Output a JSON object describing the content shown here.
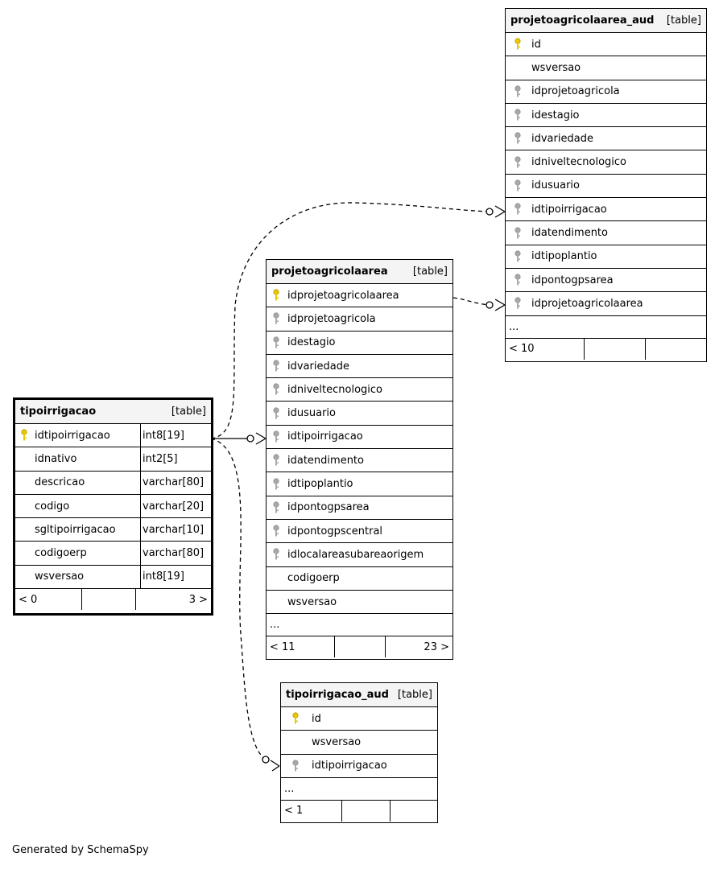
{
  "tables": {
    "tipoirrigacao": {
      "name": "tipoirrigacao",
      "type": "[table]",
      "columns": [
        {
          "name": "idtipoirrigacao",
          "type": "int8[19]"
        },
        {
          "name": "idnativo",
          "type": "int2[5]"
        },
        {
          "name": "descricao",
          "type": "varchar[80]"
        },
        {
          "name": "codigo",
          "type": "varchar[20]"
        },
        {
          "name": "sgltipoirrigacao",
          "type": "varchar[10]"
        },
        {
          "name": "codigoerp",
          "type": "varchar[80]"
        },
        {
          "name": "wsversao",
          "type": "int8[19]"
        }
      ],
      "parents": "< 0",
      "children": "3 >"
    },
    "projetoagricolaarea": {
      "name": "projetoagricolaarea",
      "type": "[table]",
      "columns": [
        "idprojetoagricolaarea",
        "idprojetoagricola",
        "idestagio",
        "idvariedade",
        "idniveltecnologico",
        "idusuario",
        "idtipoirrigacao",
        "idatendimento",
        "idtipoplantio",
        "idpontogpsarea",
        "idpontogpscentral",
        "idlocalareasubareaorigem",
        "codigoerp",
        "wsversao"
      ],
      "more": "...",
      "parents": "< 11",
      "children": "23 >"
    },
    "projetoagricolaarea_aud": {
      "name": "projetoagricolaarea_aud",
      "type": "[table]",
      "columns": [
        "id",
        "wsversao",
        "idprojetoagricola",
        "idestagio",
        "idvariedade",
        "idniveltecnologico",
        "idusuario",
        "idtipoirrigacao",
        "idatendimento",
        "idtipoplantio",
        "idpontogpsarea",
        "idprojetoagricolaarea"
      ],
      "more": "...",
      "parents": "< 10"
    },
    "tipoirrigacao_aud": {
      "name": "tipoirrigacao_aud",
      "type": "[table]",
      "columns": [
        "id",
        "wsversao",
        "idtipoirrigacao"
      ],
      "more": "...",
      "parents": "< 1"
    }
  },
  "colors": {
    "primary_key": "#e8c800",
    "foreign_key": "#a8a8a8",
    "header_bg": "#f4f4f4"
  },
  "footer": "Generated by SchemaSpy"
}
